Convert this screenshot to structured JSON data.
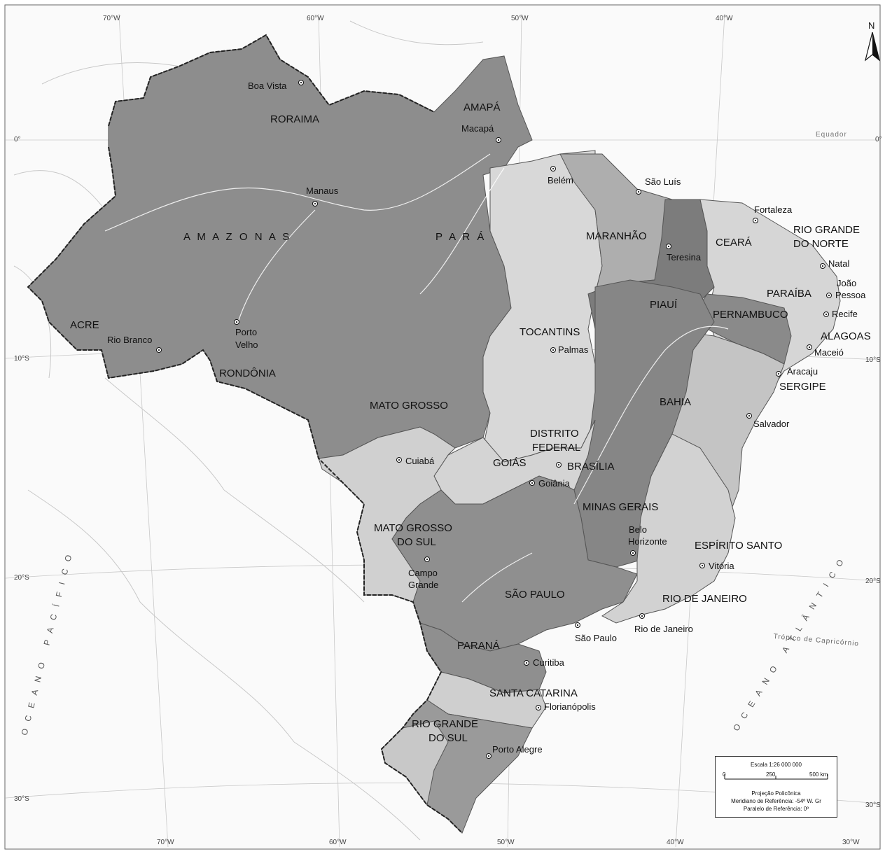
{
  "states": {
    "roraima": "RORAIMA",
    "amapa": "AMAPÁ",
    "amazonas": "A M A Z O N A S",
    "para": "P A R Á",
    "acre": "ACRE",
    "rondonia": "RONDÔNIA",
    "mato_grosso": "MATO GROSSO",
    "maranhao": "MARANHÃO",
    "ceara": "CEARÁ",
    "rio_grande_do_norte_1": "RIO GRANDE",
    "rio_grande_do_norte_2": "DO NORTE",
    "paraiba": "PARAÍBA",
    "piaui": "PIAUÍ",
    "pernambuco": "PERNAMBUCO",
    "alagoas": "ALAGOAS",
    "tocantins": "TOCANTINS",
    "sergipe": "SERGIPE",
    "bahia": "BAHIA",
    "distrito_federal_1": "DISTRITO",
    "distrito_federal_2": "FEDERAL",
    "goias": "GOIÁS",
    "minas_gerais": "MINAS GERAIS",
    "mato_grosso_do_sul_1": "MATO GROSSO",
    "mato_grosso_do_sul_2": "DO SUL",
    "espirito_santo": "ESPÍRITO SANTO",
    "sao_paulo": "SÃO PAULO",
    "rio_de_janeiro": "RIO DE JANEIRO",
    "parana": "PARANÁ",
    "santa_catarina": "SANTA CATARINA",
    "rio_grande_do_sul_1": "RIO GRANDE",
    "rio_grande_do_sul_2": "DO SUL"
  },
  "cities": {
    "boa_vista": "Boa Vista",
    "macapa": "Macapá",
    "manaus": "Manaus",
    "belem": "Belém",
    "sao_luis": "São Luís",
    "fortaleza": "Fortaleza",
    "teresina": "Teresina",
    "natal": "Natal",
    "joao_pessoa_1": "João",
    "joao_pessoa_2": "Pessoa",
    "recife": "Recife",
    "maceio": "Maceió",
    "aracaju": "Aracaju",
    "palmas": "Palmas",
    "rio_branco": "Rio Branco",
    "porto_velho_1": "Porto",
    "porto_velho_2": "Velho",
    "salvador": "Salvador",
    "cuiaba": "Cuiabá",
    "brasilia": "BRASÍLIA",
    "goiania": "Goiânia",
    "belo_horizonte_1": "Belo",
    "belo_horizonte_2": "Horizonte",
    "vitoria": "Vitória",
    "campo_grande_1": "Campo",
    "campo_grande_2": "Grande",
    "rio_de_janeiro": "Rio de Janeiro",
    "sao_paulo": "São Paulo",
    "curitiba": "Curitiba",
    "florianopolis": "Florianópolis",
    "porto_alegre": "Porto Alegre"
  },
  "grid": {
    "top": [
      "70°W",
      "60°W",
      "50°W",
      "40°W"
    ],
    "bottom": [
      "70°W",
      "60°W",
      "50°W",
      "40°W",
      "30°W"
    ],
    "left": [
      "0°",
      "10°S",
      "20°S",
      "30°S"
    ],
    "right": [
      "0°",
      "10°S",
      "20°S",
      "30°S"
    ]
  },
  "lines": {
    "equator": "Equador",
    "tropic": "Trópico de Capricórnio"
  },
  "oceans": {
    "pacific": "OCEANO PACÍFICO",
    "atlantic": "OCEANO ATLÂNTICO"
  },
  "north_arrow": "N",
  "scale": {
    "title": "Escala 1:26 000 000",
    "ticks": [
      "0",
      "250",
      "500 km"
    ],
    "projection": "Projeção Policônica",
    "meridian": "Meridiano de Referência: -54º W. Gr",
    "parallel": "Paralelo de Referência: 0º"
  },
  "colors": {
    "dark": "#8d8d8d",
    "darker": "#7a7a7a",
    "medium": "#a9a9a9",
    "light": "#c9c9c9",
    "lighter": "#dcdcdc",
    "background": "#ffffff",
    "outside": "#f2f2f2"
  }
}
